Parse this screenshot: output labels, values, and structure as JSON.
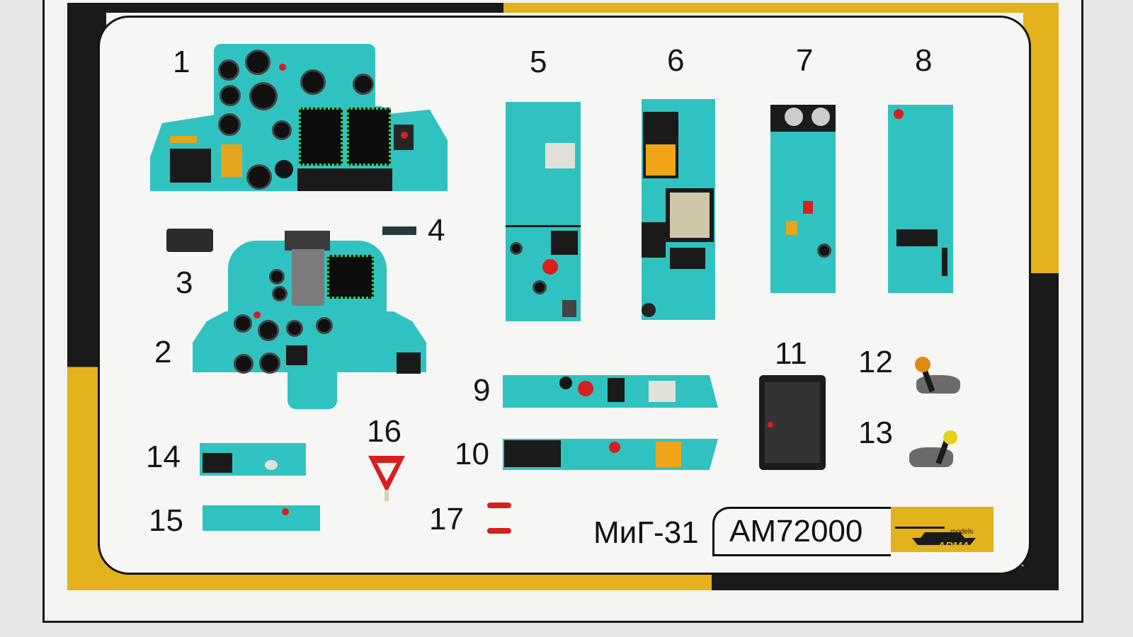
{
  "part_numbers": [
    "1",
    "2",
    "3",
    "4",
    "5",
    "6",
    "7",
    "8",
    "9",
    "10",
    "11",
    "12",
    "13",
    "14",
    "15",
    "16",
    "17"
  ],
  "model_name": "МиГ-31",
  "product_code": "AM72000",
  "logo": {
    "small_text": "models",
    "large_text": "ARMA"
  },
  "colors": {
    "panel_teal": "#30c2c0",
    "frame_yellow": "#e3b21c",
    "frame_black": "#1a1a1a",
    "signal_red": "#d71f1f",
    "indicator_green": "#2bd84a"
  }
}
